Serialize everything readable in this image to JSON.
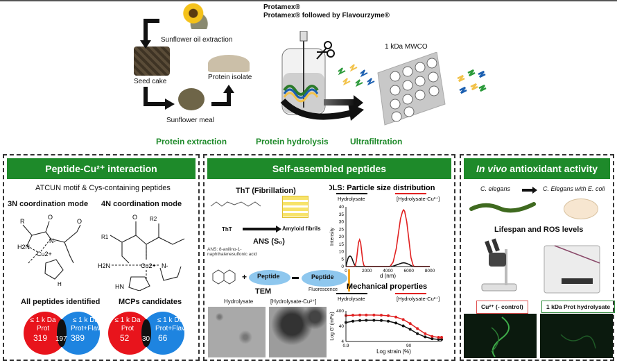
{
  "top": {
    "enzymes": [
      "Protamex®",
      "Protamex® followed by Flavourzyme®"
    ],
    "labels": {
      "oil": "Sunflower oil extraction",
      "seed_cake": "Seed cake",
      "protein_isolate": "Protein isolate",
      "meal": "Sunflower meal",
      "mwco": "1 kDa MWCO"
    },
    "steps": [
      "Protein extraction",
      "Protein hydrolysis",
      "Ultrafiltration"
    ]
  },
  "panel1": {
    "title": "Peptide-Cu²⁺ interaction",
    "subtitle": "ATCUN motif & Cys-containing peptides",
    "mode3n": "3N coordination mode",
    "mode4n": "4N coordination mode",
    "venn_all": {
      "title": "All peptides identified",
      "left_label": "≤ 1 k Da\nProt",
      "right_label": "≤ 1 k Da\nProt+Flav",
      "left": "319",
      "both": "197",
      "right": "389"
    },
    "venn_mcp": {
      "title": "MCPs candidates",
      "left_label": "≤ 1 k Da\nProt",
      "right_label": "≤ 1 k Da\nProt+Flav",
      "left": "52",
      "both": "30",
      "right": "66"
    },
    "chem": {
      "r": "R",
      "r1": "R1",
      "r2": "R2",
      "h2n": "H2N",
      "cu": "Cu2+",
      "n": "N",
      "nm": "N-",
      "hn": "HN",
      "o": "O",
      "h": "H"
    }
  },
  "panel2": {
    "title": "Self-assembled peptides",
    "tht_title": "ThT (Fibrillation)",
    "tht": "ThT",
    "amyloid": "Amyloid fibrils",
    "ans_title": "ANS (S₀)",
    "ans_desc": "ANS: 8-anilino-1-naphthalenesulfonic acid",
    "peptide": "Peptide",
    "fluorescence": "Fluorescence",
    "tem_title": "TEM",
    "tem_left": "Hydrolysate",
    "tem_right": "[Hydrolysate-Cu²⁺]"
  },
  "panel3": {
    "title_italic": "In vivo",
    "title_rest": " antioxidant activity",
    "c_elegans": "C. elegans",
    "c_elegans_ecoli": "C. Elegans with E. coli",
    "lifespan": "Lifespan and ROS levels",
    "control": "Cu²⁺ (- control)",
    "treated": "1 kDa Prot hydrolysate",
    "colors": {
      "control": "#e05050",
      "treated": "#2e8b3a"
    }
  },
  "chart_data": [
    {
      "type": "line",
      "title": "DLS: Particle size distribution",
      "xlabel": "d (nm)",
      "ylabel": "Intensity",
      "xlim": [
        0,
        8000
      ],
      "ylim": [
        0,
        40
      ],
      "xticks": [
        "0",
        "2000",
        "4000",
        "6000",
        "8000"
      ],
      "yticks": [
        "0",
        "5",
        "10",
        "15",
        "20",
        "25",
        "30",
        "35",
        "40"
      ],
      "series": [
        {
          "name": "Hydrolysate",
          "color": "#111111",
          "x": [
            0,
            100,
            200,
            300,
            400,
            500,
            600,
            700,
            800,
            900,
            1000,
            4000,
            4500,
            5000,
            5300,
            5500,
            5700,
            6000,
            6300,
            6500,
            8000
          ],
          "y": [
            0,
            3,
            5.5,
            6.8,
            7,
            6.5,
            5,
            3,
            1.5,
            0.5,
            0,
            0,
            0.3,
            1.5,
            2.3,
            2.5,
            2.3,
            1.5,
            0.3,
            0,
            0
          ]
        },
        {
          "name": "[Hydrolysate-Cu²⁺]",
          "color": "#e02020",
          "x": [
            0,
            800,
            900,
            1000,
            1100,
            1200,
            1300,
            1400,
            1500,
            1600,
            1700,
            1800,
            2000,
            4200,
            4500,
            4800,
            5000,
            5200,
            5400,
            5500,
            5600,
            5800,
            6000,
            6200,
            6400,
            6500,
            8000
          ],
          "y": [
            0,
            0,
            1,
            4,
            10,
            16,
            18,
            16,
            10,
            4,
            1,
            0,
            0,
            0,
            3,
            12,
            22,
            32,
            37,
            38,
            37,
            30,
            18,
            6,
            1,
            0,
            0
          ]
        }
      ]
    },
    {
      "type": "line",
      "title": "Mechanical properties",
      "xlabel": "Log strain (%)",
      "ylabel": "Log G' (mPa)",
      "xscale": "log",
      "yscale": "log",
      "xlim": [
        0.9,
        1000
      ],
      "ylim": [
        4,
        400
      ],
      "xticks": [
        "0.9",
        "90"
      ],
      "yticks": [
        "4",
        "40",
        "400"
      ],
      "series": [
        {
          "name": "Hydrolysate",
          "color": "#111111",
          "x": [
            0.9,
            1.5,
            2.5,
            4,
            7,
            12,
            20,
            35,
            60,
            100,
            170,
            300,
            500,
            800,
            1000
          ],
          "y": [
            70,
            85,
            95,
            98,
            98,
            95,
            85,
            65,
            42,
            25,
            13,
            8,
            6,
            5.5,
            5.5
          ]
        },
        {
          "name": "[Hydrolysate-Cu²⁺]",
          "color": "#e02020",
          "x": [
            0.9,
            1.5,
            2.5,
            4,
            7,
            12,
            20,
            35,
            60,
            100,
            170,
            300,
            500,
            800,
            1000
          ],
          "y": [
            200,
            210,
            215,
            215,
            215,
            210,
            195,
            160,
            110,
            60,
            28,
            13,
            8.5,
            7.5,
            7.5
          ]
        }
      ]
    }
  ]
}
